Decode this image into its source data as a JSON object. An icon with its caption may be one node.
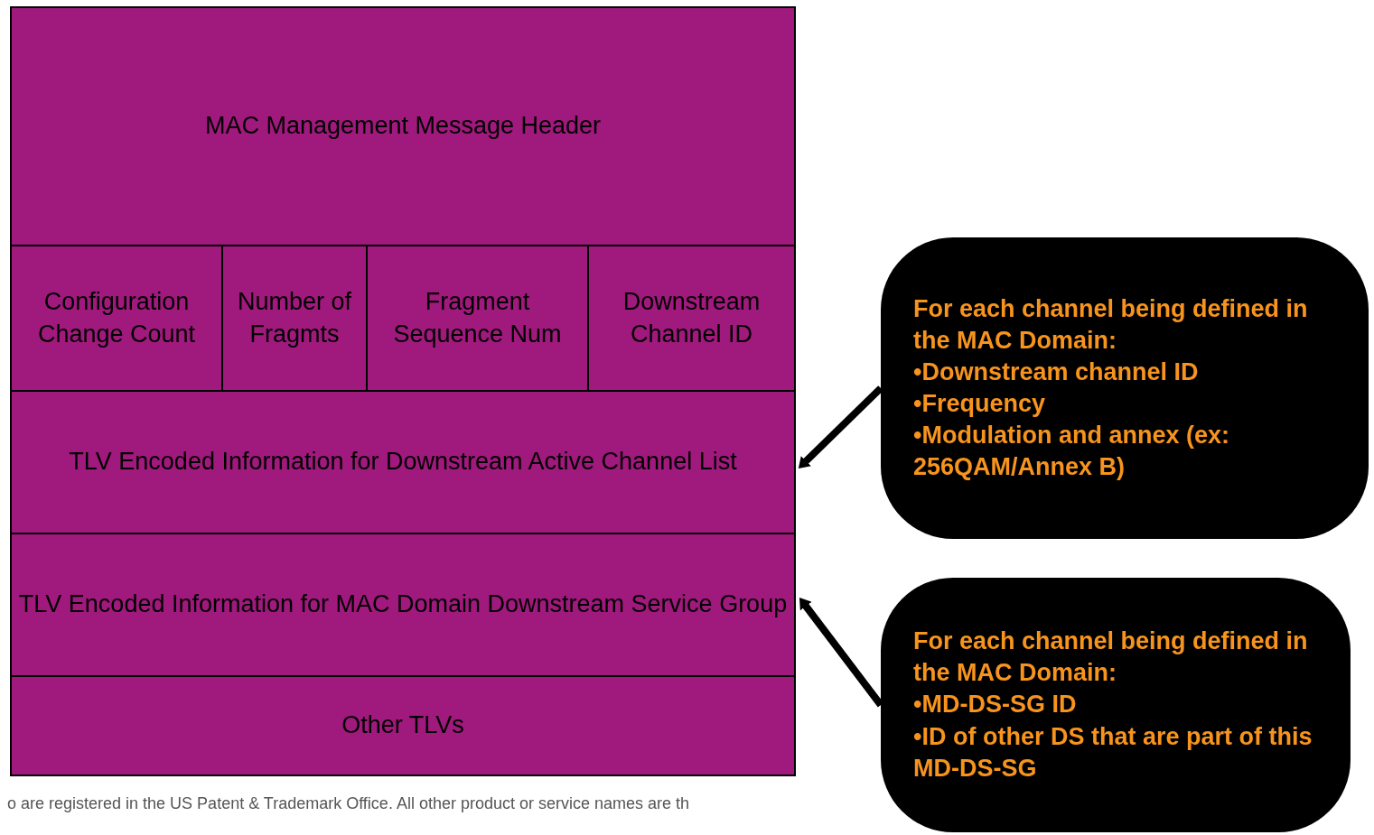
{
  "diagram": {
    "nodes": [
      {
        "text": [
          "MAC Management Message Header"
        ]
      },
      {
        "text": [
          "Configuration Change Count"
        ]
      },
      {
        "text": [
          "Number of Fragmts"
        ]
      },
      {
        "text": [
          "Fragment Sequence Num"
        ]
      },
      {
        "text": [
          "Downstream Channel ID"
        ]
      },
      {
        "text": [
          "TLV Encoded Information for Downstream Active Channel List"
        ]
      },
      {
        "text": [
          "TLV Encoded Information for MAC Domain Downstream Service Group"
        ]
      },
      {
        "text": [
          "Other TLVs"
        ]
      },
      {
        "text": [
          "For each channel being defined in the MAC Domain:",
          "•Downstream channel ID",
          "•Frequency",
          "•Modulation and annex (ex: 256QAM/Annex B)"
        ]
      },
      {
        "text": [
          "For each channel being defined in the MAC Domain:",
          "•MD-DS-SG ID",
          "•ID of other DS that are part of this MD-DS-SG"
        ]
      }
    ],
    "edges": [
      {
        "from": 8,
        "to": 5,
        "arrow": "to"
      },
      {
        "from": 9,
        "to": 6,
        "arrow": "to"
      }
    ],
    "labels": [
      "o are registered in the US Patent & Trademark Office. All other product or service names are th"
    ]
  }
}
